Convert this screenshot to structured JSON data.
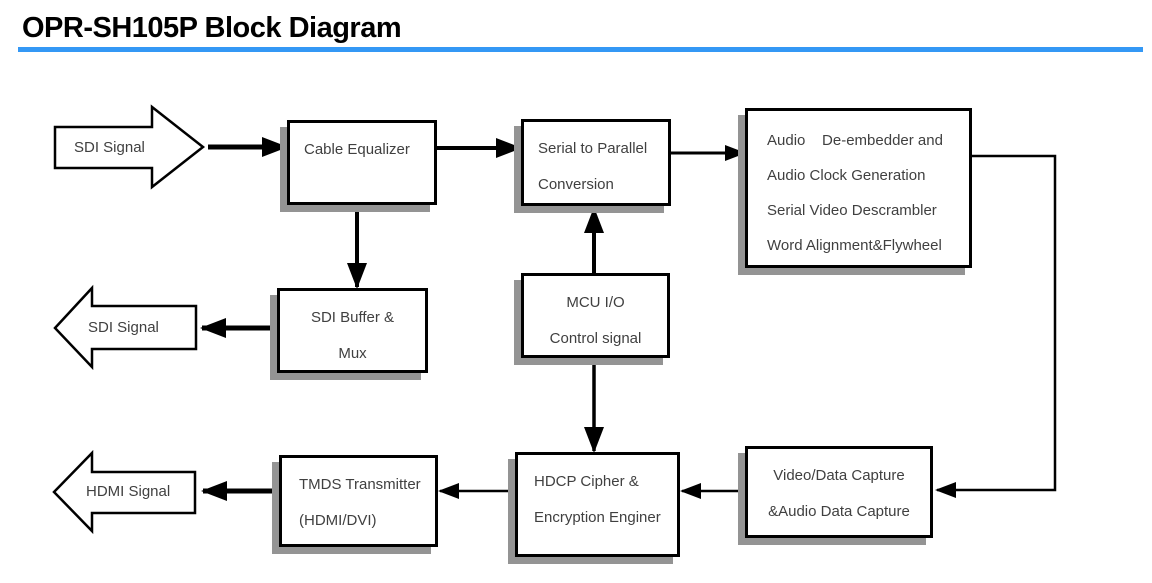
{
  "title": "OPR-SH105P Block Diagram",
  "colors": {
    "title_underline": "#3498f5",
    "box_border": "#000000",
    "box_shadow": "#949494",
    "box_text": "#404040",
    "connector": "#000000"
  },
  "arrows": {
    "sdi_in": {
      "label": "SDI Signal",
      "direction": "right"
    },
    "sdi_out": {
      "label": "SDI Signal",
      "direction": "left"
    },
    "hdmi_out": {
      "label": "HDMI Signal",
      "direction": "left"
    }
  },
  "boxes": {
    "cable_equalizer": {
      "lines": [
        "Cable Equalizer"
      ]
    },
    "serial_to_parallel": {
      "lines": [
        "Serial to Parallel",
        "Conversion"
      ]
    },
    "audio_deembedder": {
      "lines": [
        "Audio    De-embedder and",
        "Audio Clock Generation",
        "Serial Video Descrambler",
        "Word Alignment&Flywheel"
      ]
    },
    "mcu_io": {
      "lines": [
        "MCU I/O",
        "Control signal"
      ]
    },
    "sdi_buffer_mux": {
      "lines": [
        "SDI Buffer &",
        "Mux"
      ]
    },
    "tmds_transmitter": {
      "lines": [
        "TMDS Transmitter",
        "(HDMI/DVI)"
      ]
    },
    "hdcp_cipher": {
      "lines": [
        "HDCP Cipher &",
        "Encryption Enginer"
      ]
    },
    "video_data_capture": {
      "lines": [
        "Video/Data Capture",
        "&Audio Data Capture"
      ]
    }
  }
}
